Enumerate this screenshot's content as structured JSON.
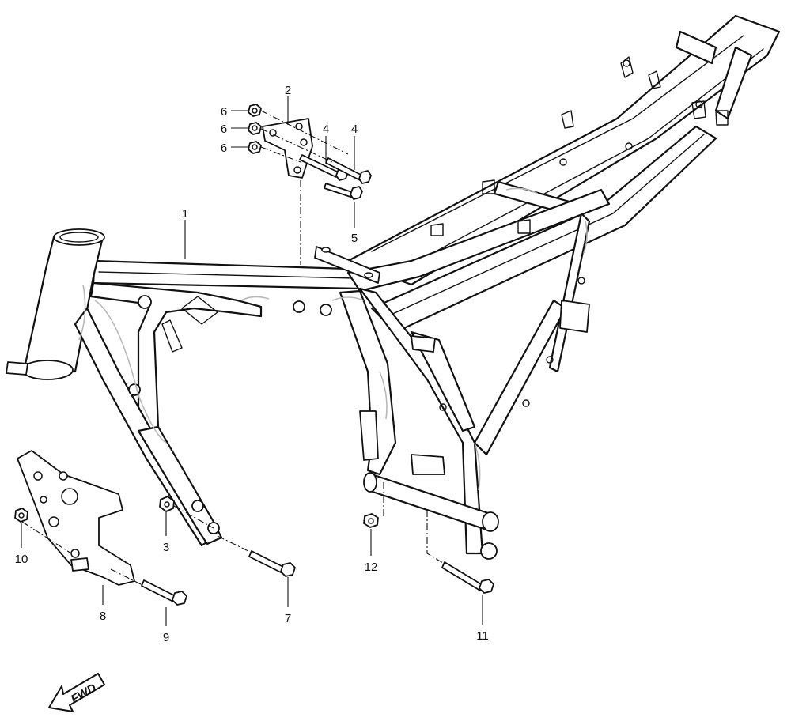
{
  "diagram": {
    "callouts": [
      {
        "id": "c1",
        "text": "1"
      },
      {
        "id": "c2",
        "text": "2"
      },
      {
        "id": "c3",
        "text": "3"
      },
      {
        "id": "c4a",
        "text": "4"
      },
      {
        "id": "c4b",
        "text": "4"
      },
      {
        "id": "c5",
        "text": "5"
      },
      {
        "id": "c6a",
        "text": "6"
      },
      {
        "id": "c6b",
        "text": "6"
      },
      {
        "id": "c6c",
        "text": "6"
      },
      {
        "id": "c7",
        "text": "7"
      },
      {
        "id": "c8",
        "text": "8"
      },
      {
        "id": "c9",
        "text": "9"
      },
      {
        "id": "c10",
        "text": "10"
      },
      {
        "id": "c11",
        "text": "11"
      },
      {
        "id": "c12",
        "text": "12"
      }
    ],
    "direction_label": "FWD"
  }
}
